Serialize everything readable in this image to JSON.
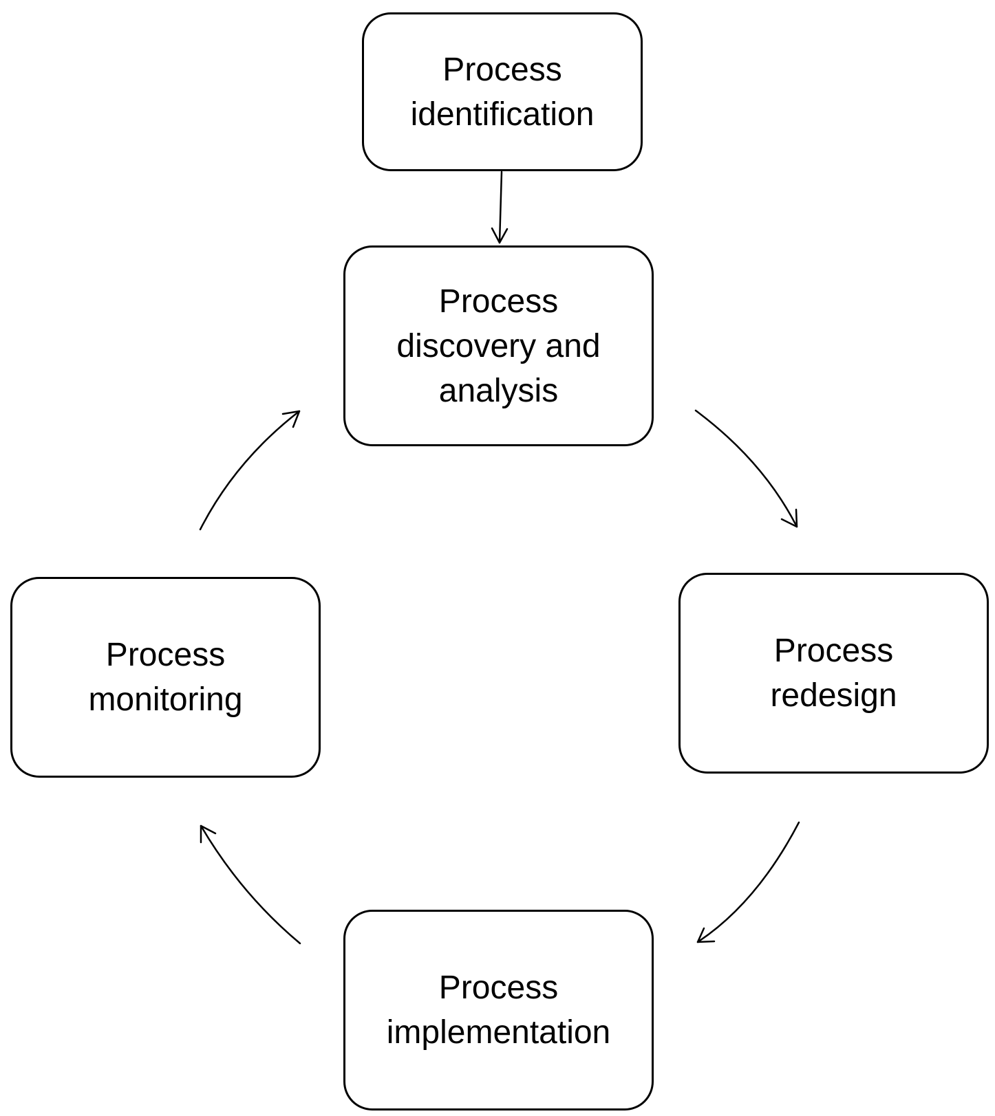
{
  "nodes": {
    "identification": {
      "line1": "Process",
      "line2": "identification"
    },
    "discovery": {
      "line1": "Process",
      "line2": "discovery and",
      "line3": "analysis"
    },
    "redesign": {
      "line1": "Process",
      "line2": "redesign"
    },
    "implementation": {
      "line1": "Process",
      "line2": "implementation"
    },
    "monitoring": {
      "line1": "Process",
      "line2": "monitoring"
    }
  },
  "edges": [
    {
      "from": "identification",
      "to": "discovery"
    },
    {
      "from": "discovery",
      "to": "redesign"
    },
    {
      "from": "redesign",
      "to": "implementation"
    },
    {
      "from": "implementation",
      "to": "monitoring"
    },
    {
      "from": "monitoring",
      "to": "discovery"
    }
  ],
  "colors": {
    "stroke": "#000000",
    "background": "#ffffff",
    "text": "#000000"
  }
}
